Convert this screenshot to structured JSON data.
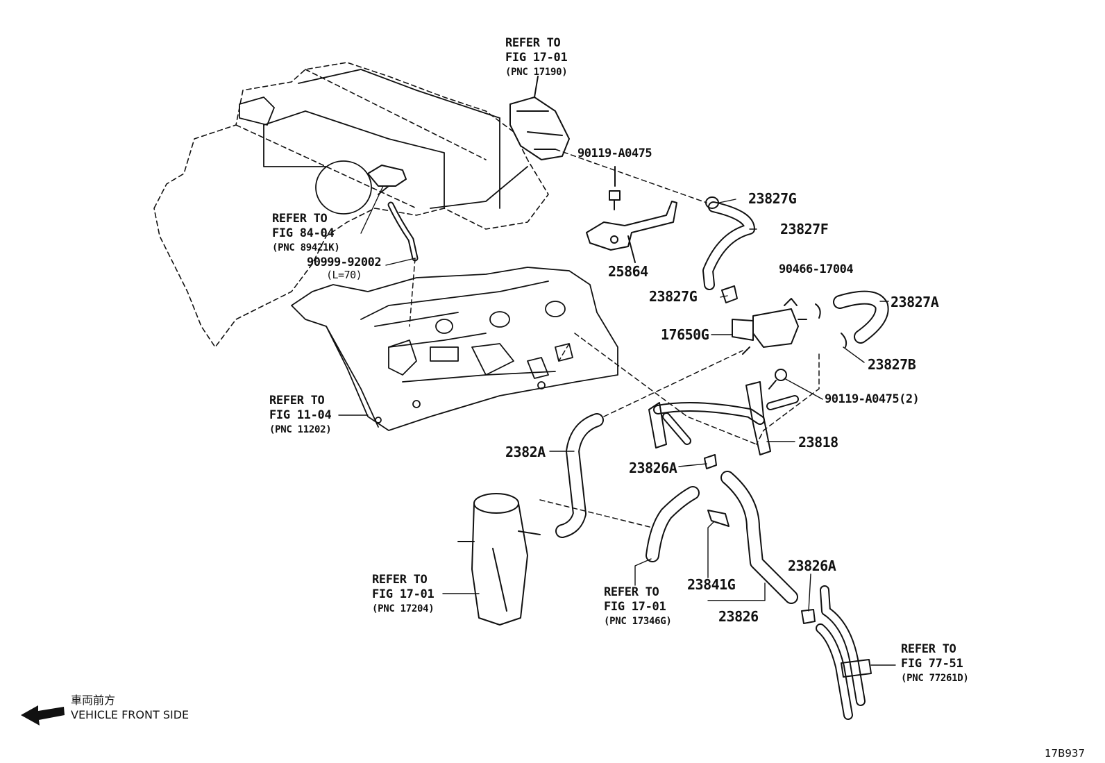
{
  "refs": {
    "throttle": {
      "line1": "REFER TO",
      "line2": "FIG 17-01",
      "pnc": "(PNC 17190)"
    },
    "sensor": {
      "line1": "REFER TO",
      "line2": "FIG 84-04",
      "pnc": "(PNC 89421K)"
    },
    "headcover": {
      "line1": "REFER TO",
      "line2": "FIG 11-04",
      "pnc": "(PNC 11202)"
    },
    "waterinlet": {
      "line1": "REFER TO",
      "line2": "FIG 17-01",
      "pnc": "(PNC 17204)"
    },
    "hose17346": {
      "line1": "REFER TO",
      "line2": "FIG 17-01",
      "pnc": "(PNC 17346G)"
    },
    "pipe77": {
      "line1": "REFER TO",
      "line2": "FIG 77-51",
      "pnc": "(PNC 77261D)"
    }
  },
  "parts": {
    "p90119_a0475": "90119-A0475",
    "p23827g_top": "23827G",
    "p23827f": "23827F",
    "p25864": "25864",
    "p90999": "90999-92002",
    "p90999_len": "(L=70)",
    "p90466": "90466-17004",
    "p23827g_mid": "23827G",
    "p23827a": "23827A",
    "p17650g": "17650G",
    "p23827b": "23827B",
    "p90119_a0475_2": "90119-A0475(2)",
    "p23818": "23818",
    "p2382a": "2382A",
    "p23826a_left": "23826A",
    "p23826a_right": "23826A",
    "p23841g": "23841G",
    "p23826": "23826"
  },
  "front_jp": "車両前方",
  "front_en": "VEHICLE FRONT SIDE",
  "figure_id": "17B937"
}
